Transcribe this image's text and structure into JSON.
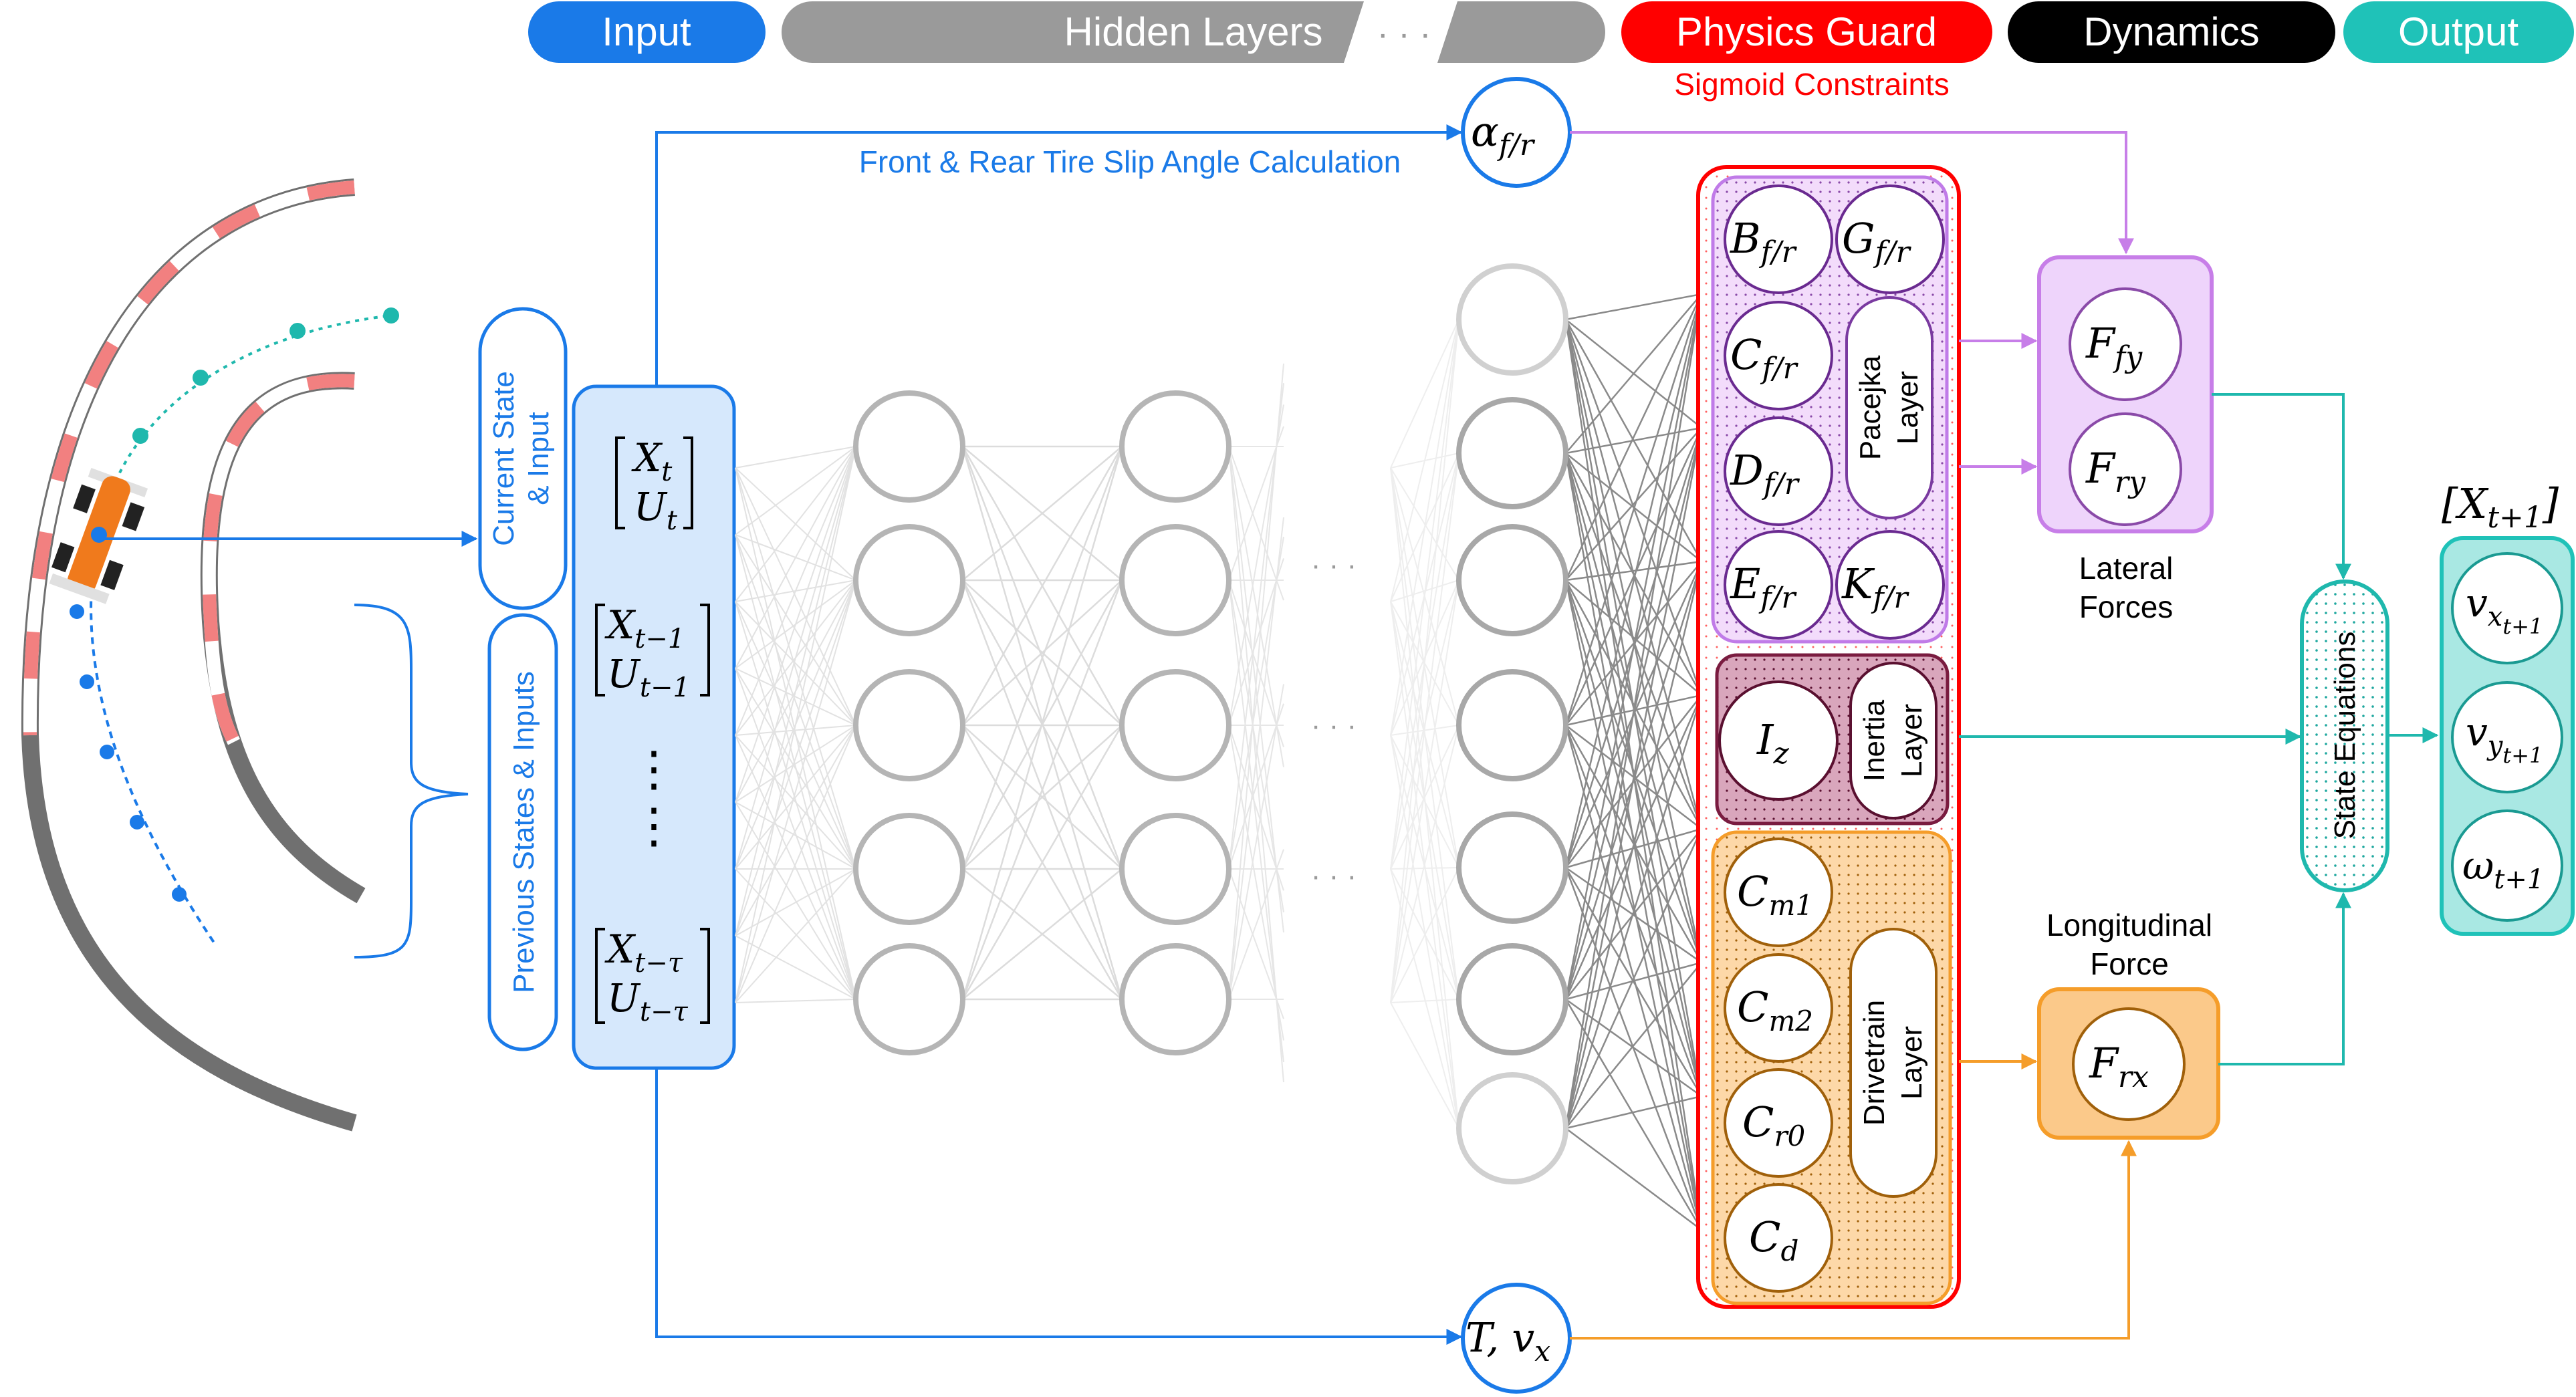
{
  "header": {
    "input": "Input",
    "hidden_layers": "Hidden Layers",
    "ellipsis": "· · ·",
    "physics_guard": "Physics Guard",
    "sigmoid_constraints": "Sigmoid Constraints",
    "dynamics": "Dynamics",
    "output": "Output"
  },
  "labels": {
    "slip_angle_calc": "Front & Rear Tire Slip Angle Calculation",
    "current_state_1": "Current State",
    "current_state_2": "& Input",
    "previous_states": "Previous States & Inputs",
    "lateral_forces_1": "Lateral",
    "lateral_forces_2": "Forces",
    "longitudinal_force_1": "Longitudinal",
    "longitudinal_force_2": "Force",
    "state_equations": "State Equations",
    "pacejka_1": "Pacejka",
    "pacejka_2": "Layer",
    "inertia_1": "Inertia",
    "inertia_2": "Layer",
    "drivetrain_1": "Drivetrain",
    "drivetrain_2": "Layer",
    "hidden_dots": "· · ·"
  },
  "input_vectors": {
    "current_x": "X",
    "current_x_sub": "t",
    "current_u": "U",
    "current_u_sub": "t",
    "prev_x": "X",
    "prev_x_sub": "t−1",
    "prev_u": "U",
    "prev_u_sub": "t−1",
    "vdots": "⋮",
    "last_x": "X",
    "last_x_sub": "t−τ",
    "last_u": "U",
    "last_u_sub": "t−τ"
  },
  "symbols": {
    "alpha": "α",
    "alpha_sub": "f/r",
    "tv": "T, v",
    "tv_sub": "x",
    "B": "B",
    "G": "G",
    "C": "C",
    "D": "D",
    "E": "E",
    "K": "K",
    "fr_sub": "f/r",
    "Iz": "I",
    "Iz_sub": "z",
    "Cm1": "C",
    "Cm1_sub": "m1",
    "Cm2": "C",
    "Cm2_sub": "m2",
    "Cr0": "C",
    "Cr0_sub": "r0",
    "Cd": "C",
    "Cd_sub": "d",
    "Ffy": "F",
    "Ffy_sub": "fy",
    "Fry": "F",
    "Fry_sub": "ry",
    "Frx": "F",
    "Frx_sub": "rx",
    "out_title": "[X",
    "out_title_sub": "t+1",
    "out_title_close": "]",
    "vx": "v",
    "vx_sub": "x",
    "vx_sub2": "t+1",
    "vy": "v",
    "vy_sub": "y",
    "vy_sub2": "t+1",
    "omega": "ω",
    "omega_sub": "t+1"
  },
  "colors": {
    "input_blue": "#1a7ae8",
    "hidden_gray": "#9a9a9a",
    "physics_red": "#ff0000",
    "dynamics_black": "#000000",
    "output_teal": "#1fc2b8",
    "pacejka_purple": "#c07be8",
    "inertia_maroon": "#7a1c40",
    "drivetrain_orange": "#f59d2a"
  }
}
